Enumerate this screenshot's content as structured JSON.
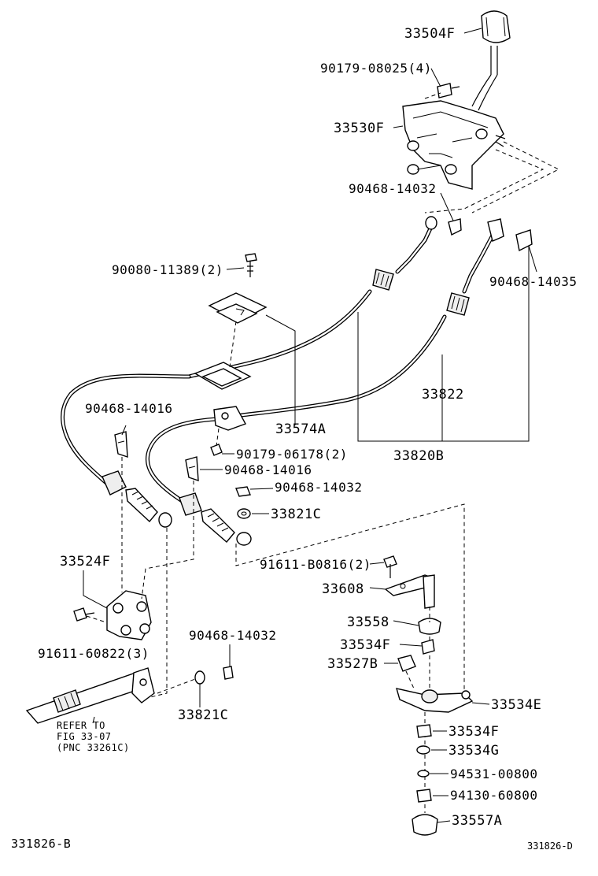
{
  "diagram": {
    "part_numbers": {
      "shift_knob": "33504F",
      "bolt_top": "90179-08025(4)",
      "shift_lever_housing": "33530F",
      "clip_upper": "90468-14032",
      "clip_right": "90468-14035",
      "bolt_plate": "90080-11389(2)",
      "grommet": "33574A",
      "cable_sub": "33822",
      "cable_assy": "33820B",
      "clip_left_upper": "90468-14016",
      "nut_bracket": "90179-06178(2)",
      "clip_mid": "90468-14016",
      "clip_mid_small": "90468-14032",
      "washer_mid": "33821C",
      "bolt_lever": "91611-B0816(2)",
      "bracket_lower": "33524F",
      "lever_arm": "33608",
      "bolt_bracket": "91611-60822(3)",
      "bushing_a": "33558",
      "bushing_b": "33534F",
      "clip_lower": "90468-14032",
      "bushing_c": "33527B",
      "washer_lower": "33821C",
      "lever_lower": "33534E",
      "bushing_d": "33534F",
      "washer_g": "33534G",
      "washer_h": "94531-00800",
      "nut_lower": "94130-60800",
      "cap": "33557A"
    },
    "refer_note": [
      "REFER TO",
      "FIG 33-07",
      "(PNC 33261C)"
    ],
    "code_left": "331826-B",
    "code_right": "331826-D"
  }
}
